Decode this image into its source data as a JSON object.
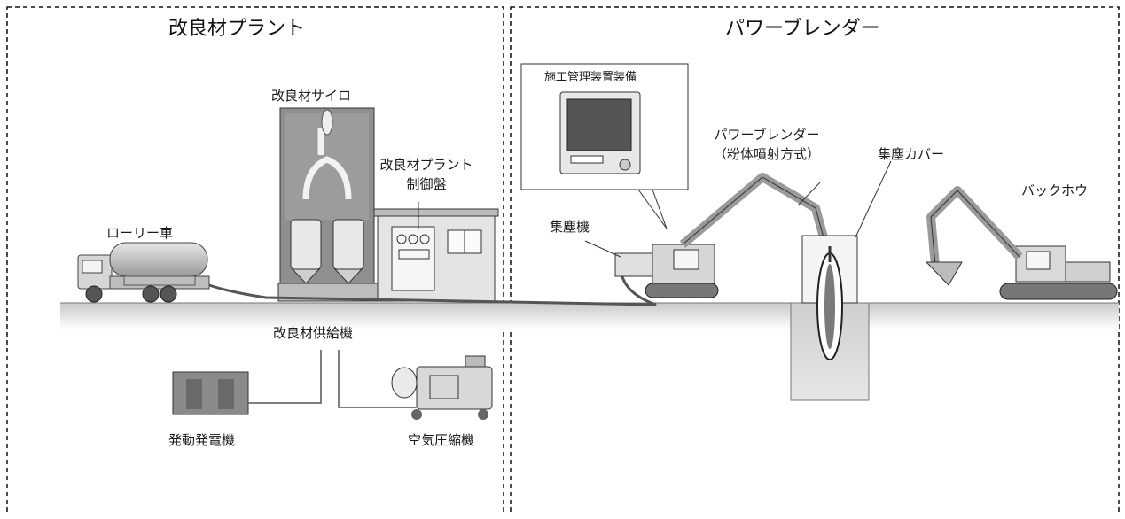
{
  "sections": {
    "left_title": "改良材プラント",
    "right_title": "パワーブレンダー"
  },
  "labels": {
    "silo": "改良材サイロ",
    "plant_control_line1": "改良材プラント",
    "plant_control_line2": "制御盤",
    "lorry": "ローリー車",
    "supplier": "改良材供給機",
    "generator": "発動発電機",
    "compressor": "空気圧縮機",
    "management": "施工管理装置装備",
    "dust_collector": "集塵機",
    "blender_line1": "パワーブレンダー",
    "blender_line2": "（粉体噴射方式）",
    "dust_cover": "集塵カバー",
    "backhoe": "バックホウ"
  }
}
